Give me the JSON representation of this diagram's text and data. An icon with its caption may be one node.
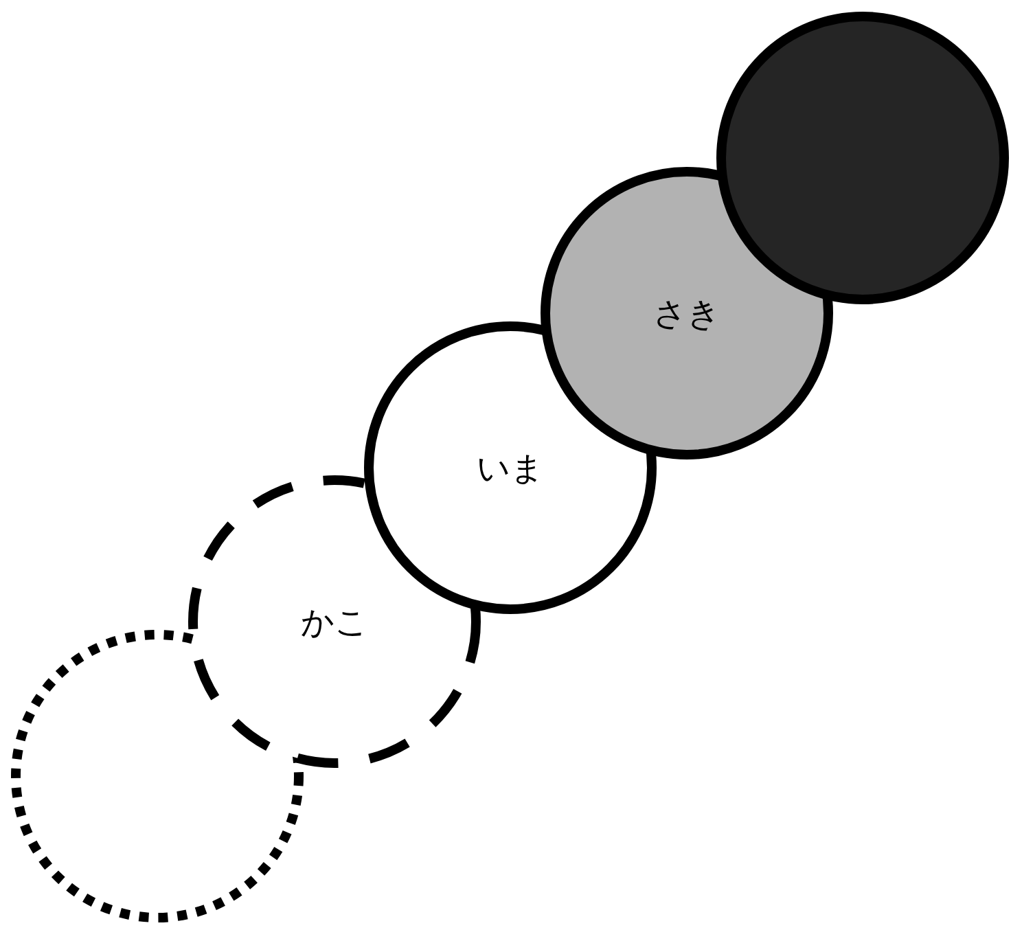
{
  "diagram": {
    "nodes": [
      {
        "text": [],
        "shape": "circle"
      },
      {
        "text": [
          "かこ"
        ]
      },
      {
        "text": [
          "いま"
        ]
      },
      {
        "text": [
          "さき"
        ]
      },
      {
        "text": [],
        "shape": "circle"
      }
    ]
  }
}
